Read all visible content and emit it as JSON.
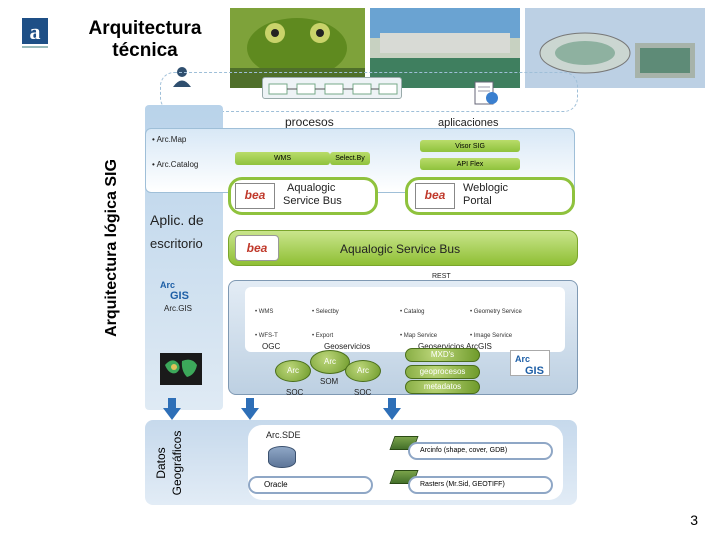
{
  "header": {
    "title": "Arquitectura técnica"
  },
  "top": {
    "usuarios": "usuarios",
    "procesos": "procesos",
    "aplicaciones": "aplicaciones"
  },
  "side_labels": {
    "logica": "Arquitectura lógica SIG",
    "datos_1": "Datos",
    "datos_2": "Geográficos"
  },
  "clients": {
    "arcmap": "• Arc.Map",
    "arccatalog": "• Arc.Catalog",
    "aplic_1": "Aplic. de",
    "aplic_2": "escritorio",
    "arcgis": "Arc.GIS"
  },
  "bars": {
    "wms": "WMS",
    "selectby": "Select.By",
    "visor": "Visor SIG",
    "apiflex": "API Flex"
  },
  "bea_boxes": {
    "service_bus_1": "Aqualogic",
    "service_bus_2": "Service Bus",
    "portal_1": "Weblogic",
    "portal_2": "Portal"
  },
  "esb": {
    "label": "Aqualogic Service Bus",
    "rest": "REST"
  },
  "server": {
    "services": [
      "• WMS",
      "• Selectby",
      "• Catalog",
      "• Geometry Service",
      "• WFS-T",
      "• Export",
      "• Map Service",
      "• Image Service"
    ],
    "ogc": "OGC",
    "geoservicios": "Geoservicios",
    "geoservicios_arcgis": "Geoservicios ArcGIS",
    "mxds": "MXD's",
    "geoprocesos": "geoprocesos",
    "metadatos": "metadatos",
    "arc_left": "Arc",
    "arc_center": "Arc",
    "arc_right": "Arc",
    "som": "SOM",
    "soc_left": "SOC",
    "soc_right": "SOC"
  },
  "data": {
    "arcsde": "Arc.SDE",
    "oracle": "Oracle",
    "arcinfo": "Arcinfo (shape, cover, GDB)",
    "rasters": "Rasters (Mr.Sid, GEOTIFF)"
  },
  "page_number": "3",
  "colors": {
    "green": "#8fc23d",
    "blue_arrow": "#2e6fb7",
    "panel_blue": "#c6d9ec"
  },
  "icons": {
    "logo": "aljarafe-logo-icon",
    "user": "user-icon",
    "process": "process-flow-icon",
    "app": "application-icon",
    "globe": "world-map-icon"
  }
}
